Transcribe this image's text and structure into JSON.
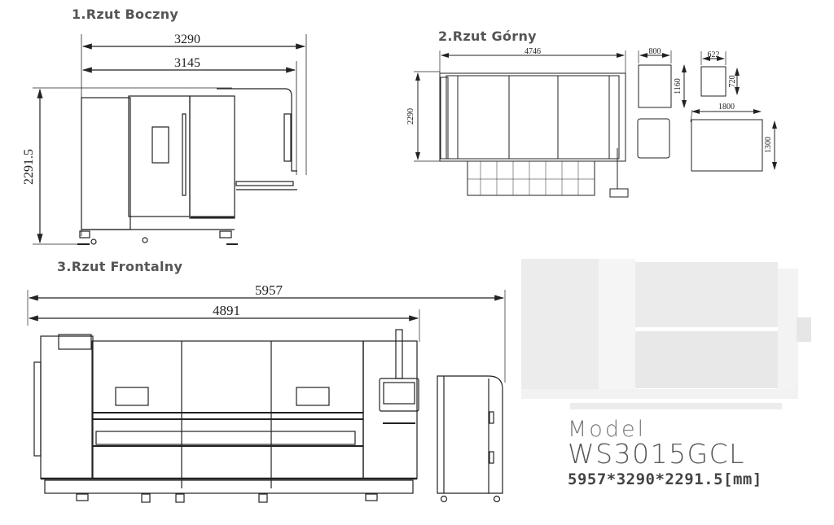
{
  "views": {
    "side": {
      "title": "1.Rzut Boczny",
      "dims": {
        "overall_depth": "3290",
        "inner_depth": "3145",
        "height": "2291.5"
      }
    },
    "top": {
      "title": "2.Rzut Górny",
      "dims": {
        "length": "4746",
        "width": "2290",
        "cabinet_a_width": "800",
        "cabinet_a_depth": "1160",
        "cabinet_b_width": "622",
        "cabinet_b_depth": "720",
        "table_width": "1800",
        "table_depth": "1300"
      }
    },
    "front": {
      "title": "3.Rzut Frontalny",
      "dims": {
        "overall_length": "5957",
        "machine_length": "4891"
      }
    }
  },
  "model": {
    "label": "Model",
    "name": "WS3015GCL",
    "dimensions": "5957*3290*2291.5[mm]"
  },
  "colors": {
    "line": "#222222",
    "title": "#555555",
    "ghost": "#ededed"
  }
}
